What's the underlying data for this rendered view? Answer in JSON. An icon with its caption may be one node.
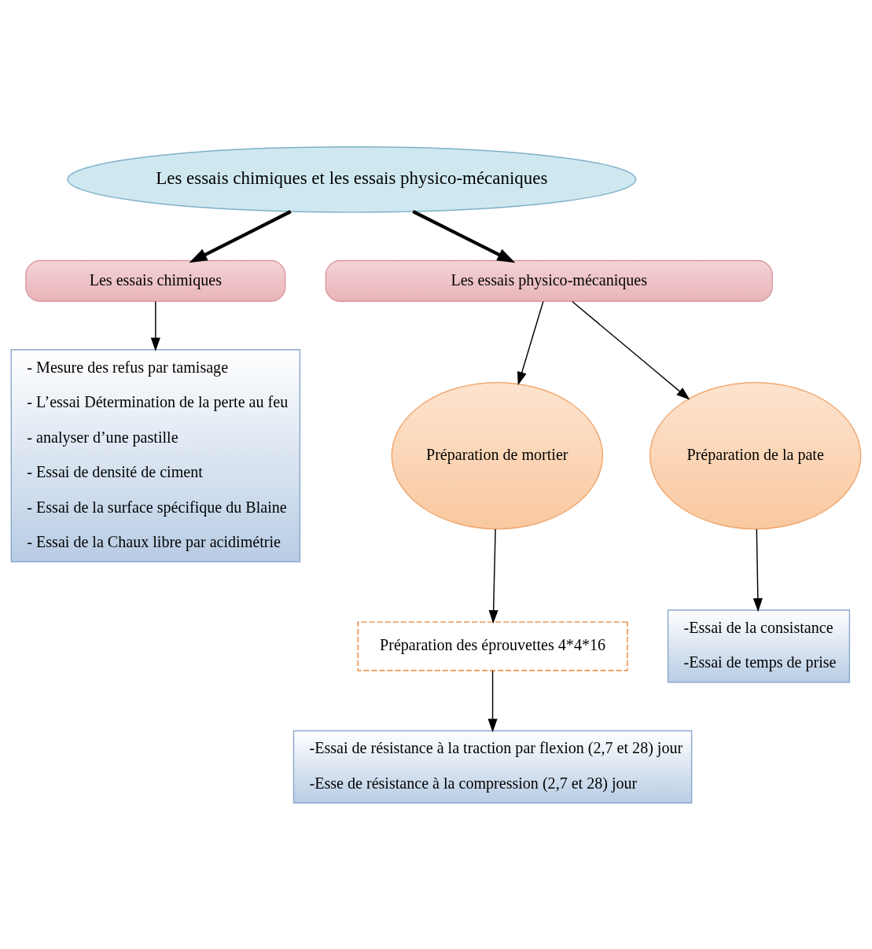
{
  "diagram": {
    "nodes": [
      {
        "text": [
          "Les essais chimiques et les essais physico-mécaniques"
        ]
      },
      {
        "text": [
          "Les essais chimiques"
        ]
      },
      {
        "text": [
          "Les essais physico-mécaniques"
        ]
      },
      {
        "text": [
          "- Mesure des refus par tamisage",
          "- L’essai Détermination de la perte au feu",
          "- analyser d’une pastille",
          "- Essai de densité de ciment",
          "- Essai de la surface spécifique du Blaine",
          "- Essai de la Chaux libre par acidimétrie"
        ]
      },
      {
        "text": [
          "Préparation de mortier"
        ]
      },
      {
        "text": [
          "Préparation de la pate"
        ]
      },
      {
        "text": [
          "Préparation des éprouvettes 4*4*16"
        ]
      },
      {
        "text": [
          "-Essai de résistance à la traction par flexion (2,7 et 28) jour",
          "-Esse de résistance à la compression (2,7 et 28) jour"
        ]
      },
      {
        "text": [
          "-Essai de la consistance",
          "-Essai de temps de prise"
        ]
      }
    ],
    "edges": [
      {
        "from": 0,
        "to": 1,
        "arrow": "to",
        "style": "thick"
      },
      {
        "from": 0,
        "to": 2,
        "arrow": "to",
        "style": "thick"
      },
      {
        "from": 1,
        "to": 3,
        "arrow": "to"
      },
      {
        "from": 2,
        "to": 4,
        "arrow": "to"
      },
      {
        "from": 2,
        "to": 5,
        "arrow": "to"
      },
      {
        "from": 4,
        "to": 6,
        "arrow": "to"
      },
      {
        "from": 6,
        "to": 7,
        "arrow": "to"
      },
      {
        "from": 5,
        "to": 8,
        "arrow": "to"
      }
    ]
  }
}
